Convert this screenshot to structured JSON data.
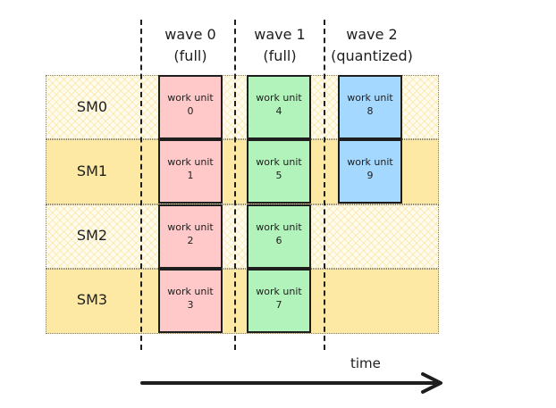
{
  "waves": [
    {
      "title": "wave 0",
      "note": "(full)"
    },
    {
      "title": "wave 1",
      "note": "(full)"
    },
    {
      "title": "wave 2",
      "note": "(quantized)"
    }
  ],
  "sms": [
    "SM0",
    "SM1",
    "SM2",
    "SM3"
  ],
  "units": [
    {
      "label": "work unit",
      "id": "0",
      "sm": 0,
      "wave": 0
    },
    {
      "label": "work unit",
      "id": "1",
      "sm": 1,
      "wave": 0
    },
    {
      "label": "work unit",
      "id": "2",
      "sm": 2,
      "wave": 0
    },
    {
      "label": "work unit",
      "id": "3",
      "sm": 3,
      "wave": 0
    },
    {
      "label": "work unit",
      "id": "4",
      "sm": 0,
      "wave": 1
    },
    {
      "label": "work unit",
      "id": "5",
      "sm": 1,
      "wave": 1
    },
    {
      "label": "work unit",
      "id": "6",
      "sm": 2,
      "wave": 1
    },
    {
      "label": "work unit",
      "id": "7",
      "sm": 3,
      "wave": 1
    },
    {
      "label": "work unit",
      "id": "8",
      "sm": 0,
      "wave": 2
    },
    {
      "label": "work unit",
      "id": "9",
      "sm": 1,
      "wave": 2
    }
  ],
  "wave_colors": [
    "#ffc9c9",
    "#b2f2bb",
    "#a5d8ff"
  ],
  "time_label": "time"
}
